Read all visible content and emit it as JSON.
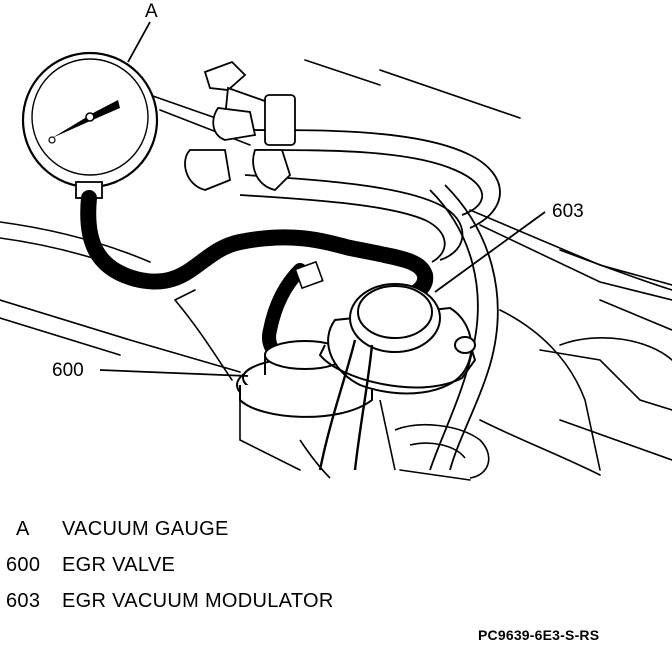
{
  "callouts": {
    "gauge": "A",
    "egr_valve": "600",
    "modulator": "603"
  },
  "legend": [
    {
      "key": "A",
      "label": "VACUUM GAUGE"
    },
    {
      "key": "600",
      "label": "EGR VALVE"
    },
    {
      "key": "603",
      "label": "EGR VACUUM MODULATOR"
    }
  ],
  "figure_code": "PC9639-6E3-S-RS"
}
